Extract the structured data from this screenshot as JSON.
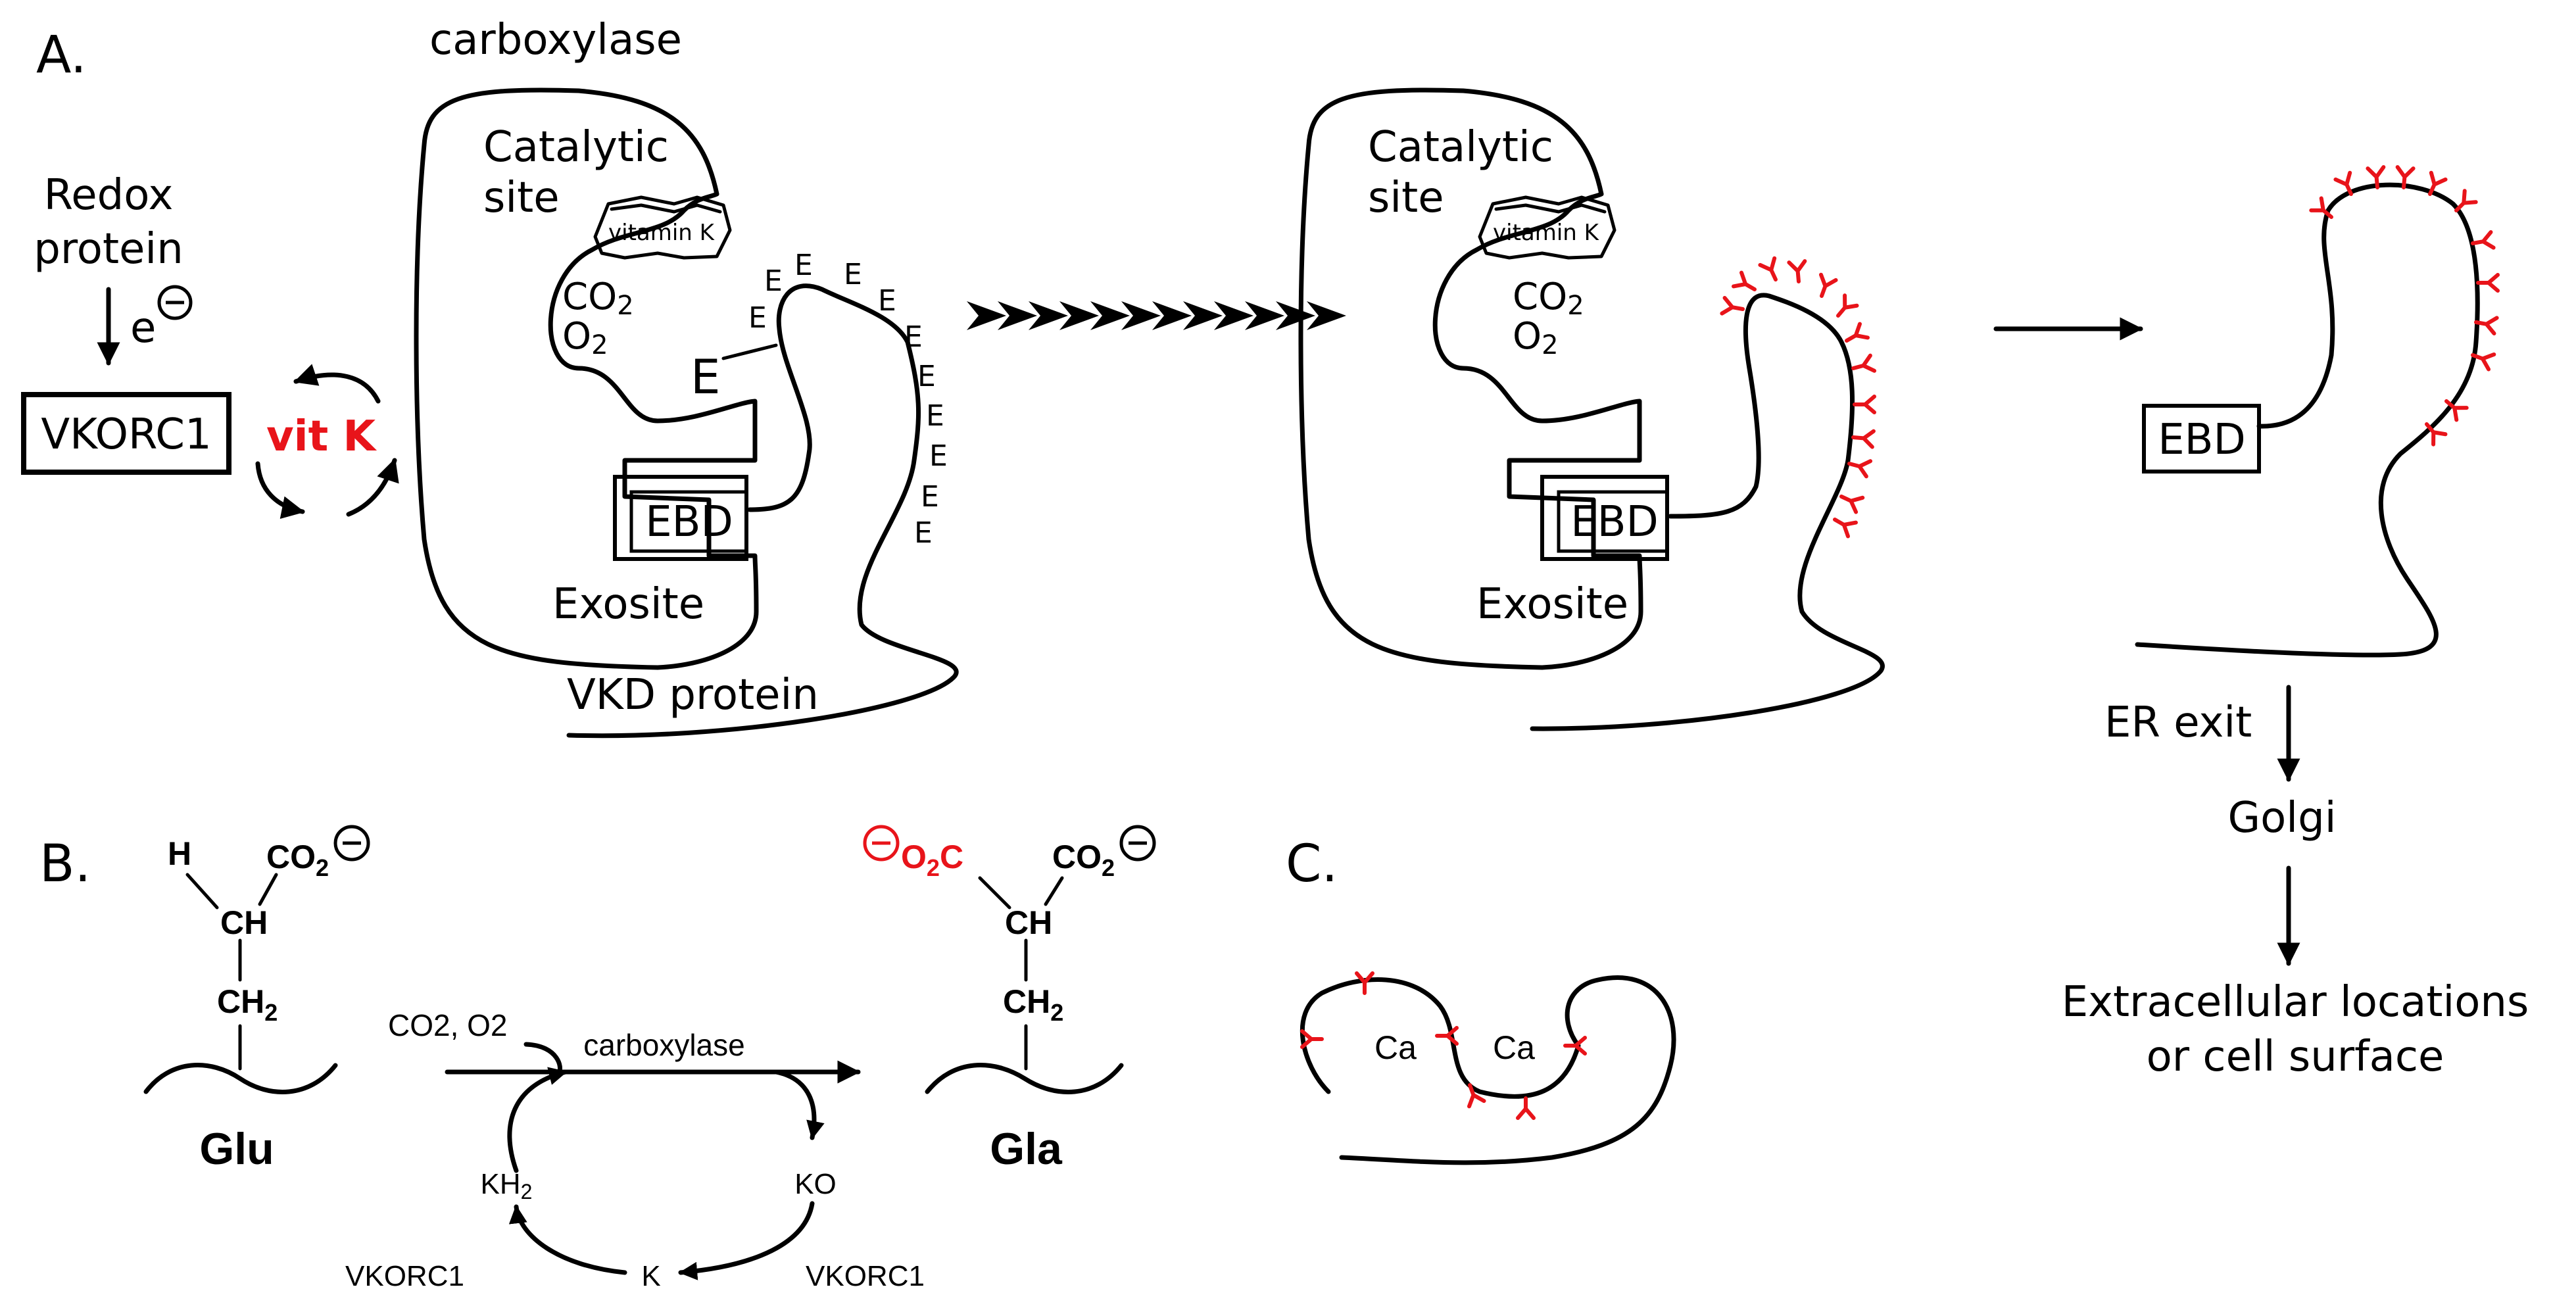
{
  "panels": {
    "a": "A.",
    "b": "B.",
    "c": "C."
  },
  "panel_a": {
    "redox_line1": "Redox",
    "redox_line2": "protein",
    "electron": "e",
    "vkorc1": "VKORC1",
    "vit_k": "vit K",
    "carboxylase": "carboxylase",
    "catalytic_line1": "Catalytic",
    "catalytic_line2": "site",
    "vitamin_k": "vitamin K",
    "co2": "CO",
    "co2_sub": "2",
    "o2": "O",
    "o2_sub": "2",
    "glu_residue": "E",
    "ebd": "EBD",
    "exosite": "Exosite",
    "vkd_protein": "VKD protein",
    "residue": "E",
    "er_exit": "ER exit",
    "golgi": "Golgi",
    "extracellular_line1": "Extracellular locations",
    "extracellular_line2": "or cell surface"
  },
  "panel_b": {
    "h": "H",
    "co2": "CO",
    "co2_sub": "2",
    "ch": "CH",
    "ch2": "CH",
    "ch2_sub": "2",
    "o2c_o": "O",
    "o2c_sub": "2",
    "o2c_c": "C",
    "glu": "Glu",
    "gla": "Gla",
    "reactants": "CO2, O2",
    "carboxylase": "carboxylase",
    "kh2": "KH",
    "kh2_sub": "2",
    "ko": "KO",
    "k": "K",
    "vkorc1_left": "VKORC1",
    "vkorc1_right": "VKORC1"
  },
  "panel_c": {
    "ca1": "Ca",
    "ca2": "Ca"
  },
  "colors": {
    "accent": "#e8141a",
    "ink": "#000000"
  }
}
